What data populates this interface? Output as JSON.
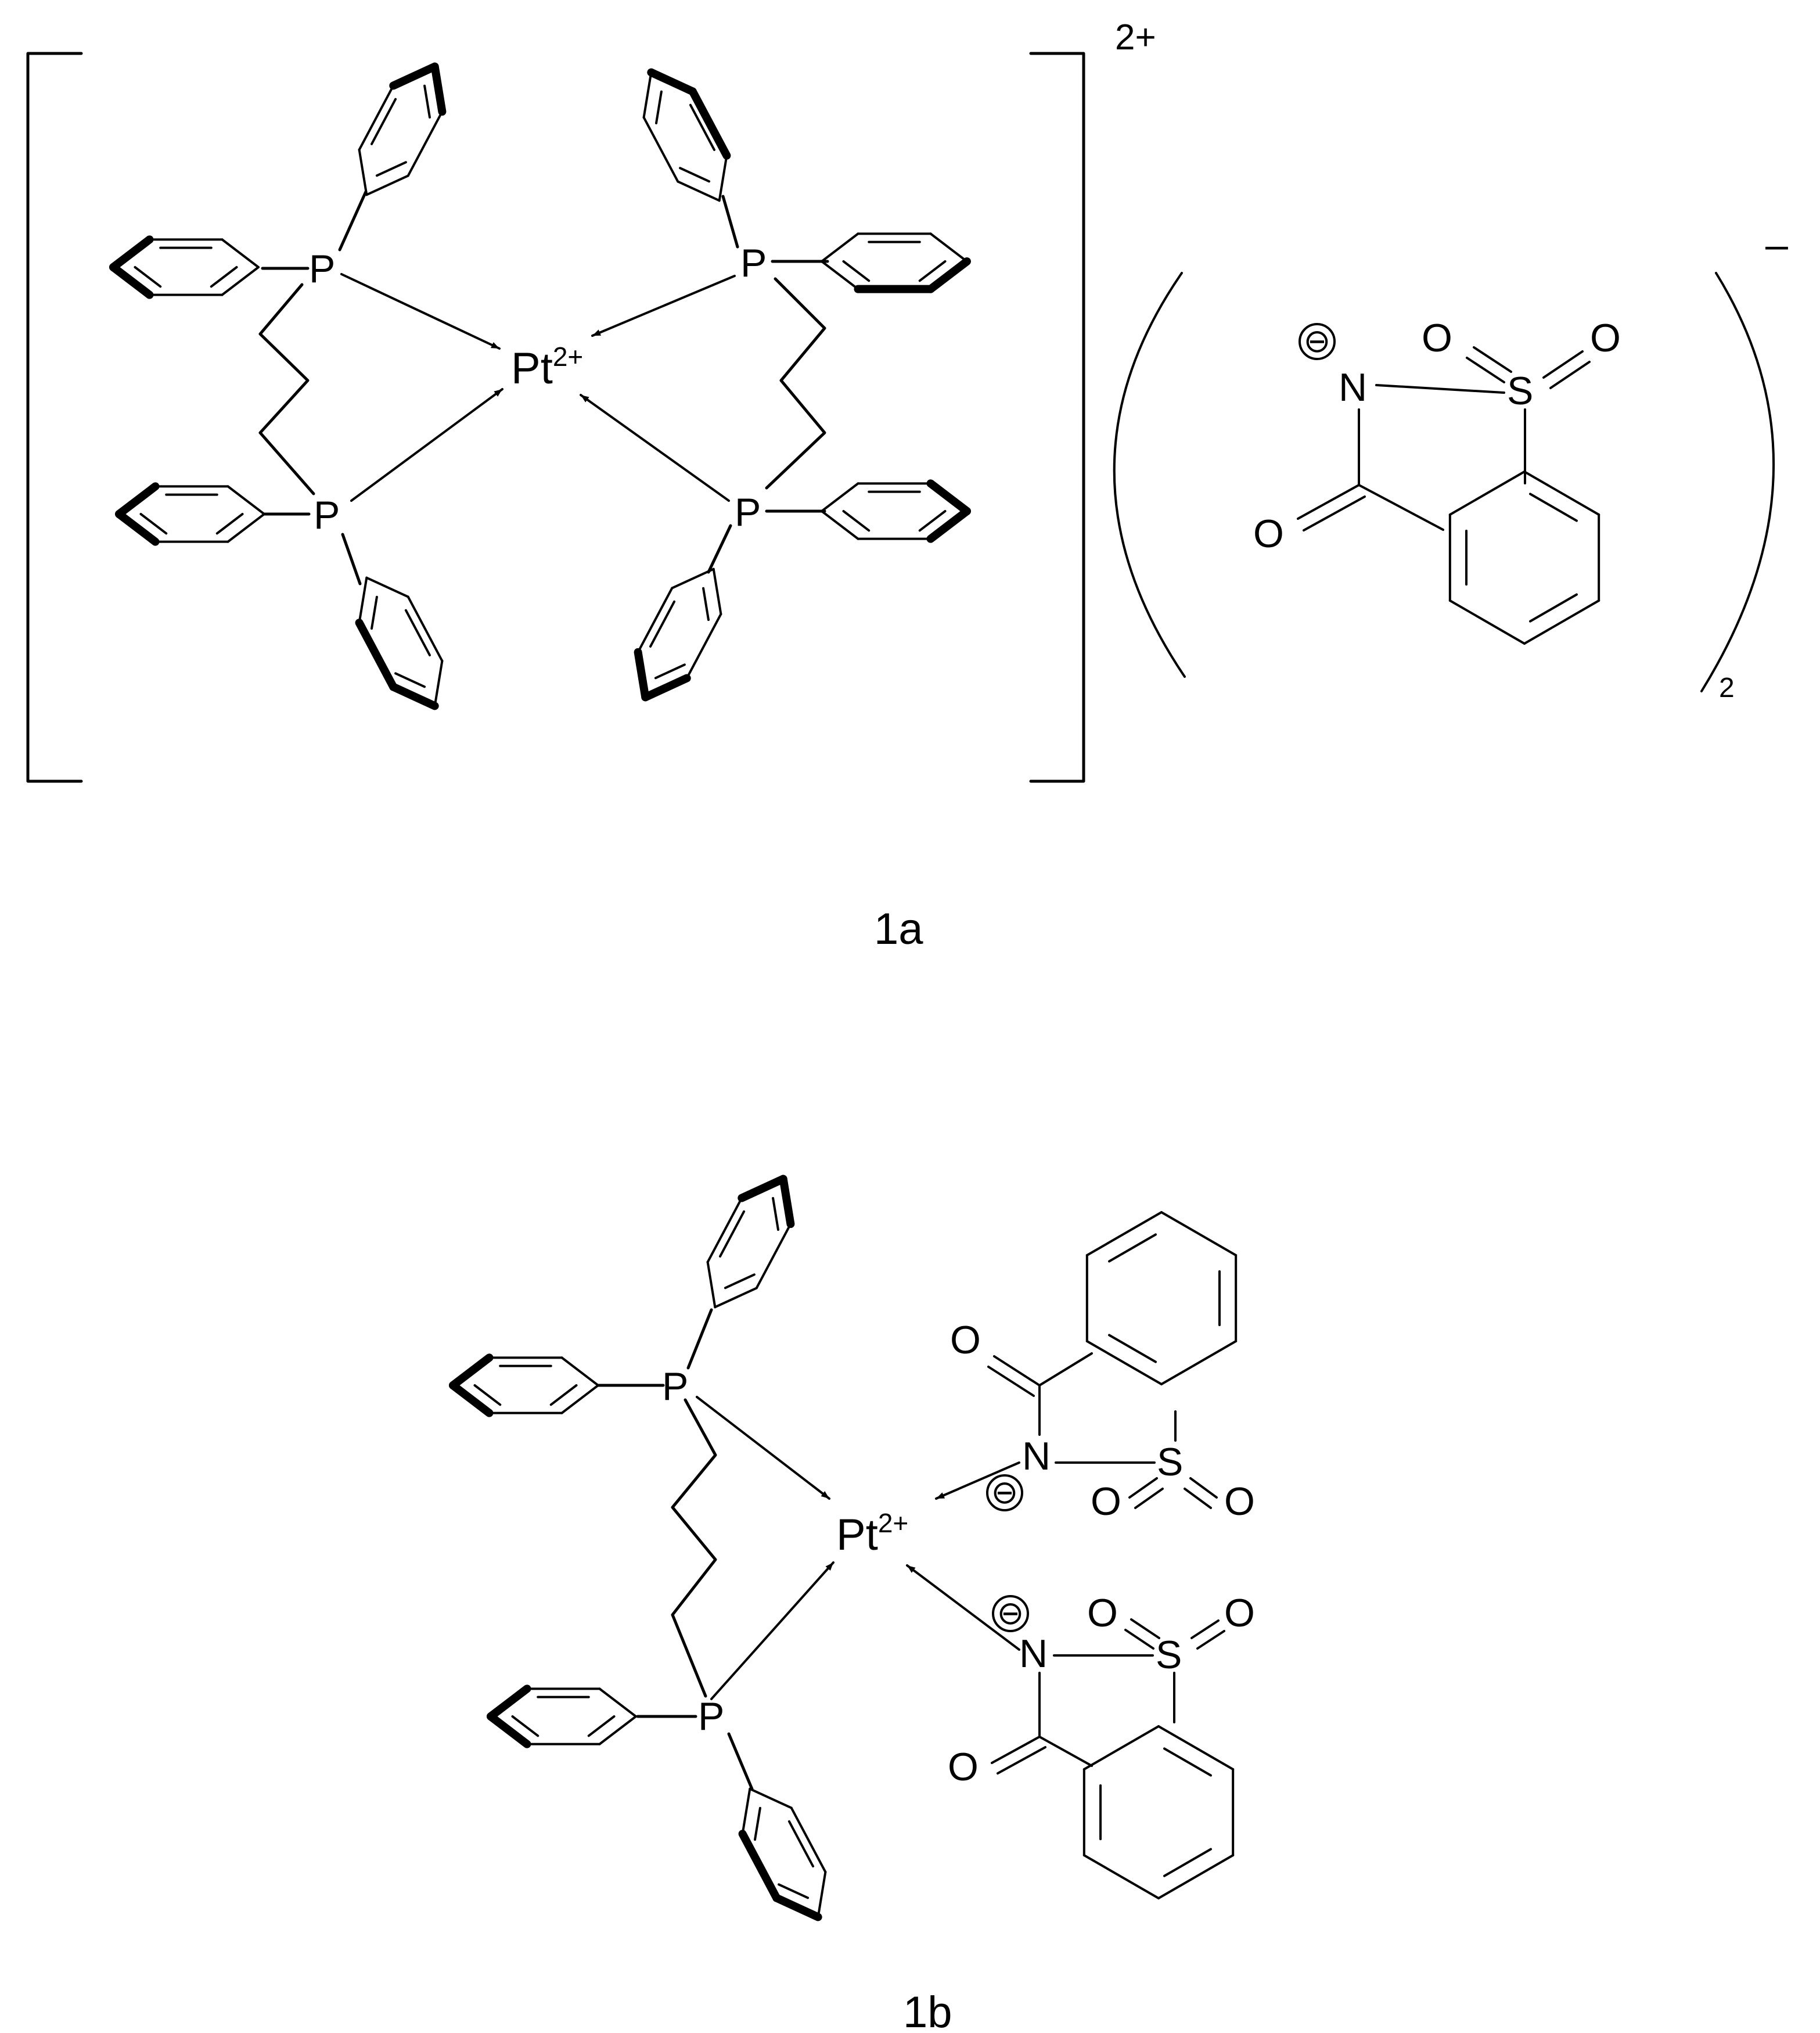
{
  "figure": {
    "compound_a": {
      "label": "1a",
      "metal": "Pt",
      "metal_charge": "2+",
      "complex_charge": "2+",
      "phosphorus": [
        "P",
        "P",
        "P",
        "P"
      ],
      "anion": {
        "charge_outside": "–",
        "multiplier": "2",
        "n_charge": "⊖",
        "n": "N",
        "s": "S",
        "o_carbonyl": "O",
        "o_sulfonyl_1": "O",
        "o_sulfonyl_2": "O"
      }
    },
    "compound_b": {
      "label": "1b",
      "metal": "Pt",
      "metal_charge": "2+",
      "phosphorus": [
        "P",
        "P"
      ],
      "ligand_upper": {
        "n_charge": "⊖",
        "n": "N",
        "s": "S",
        "o_carbonyl": "O",
        "o_sulfonyl_1": "O",
        "o_sulfonyl_2": "O"
      },
      "ligand_lower": {
        "n_charge": "⊖",
        "n": "N",
        "s": "S",
        "o_carbonyl": "O",
        "o_sulfonyl_1": "O",
        "o_sulfonyl_2": "O"
      }
    }
  }
}
